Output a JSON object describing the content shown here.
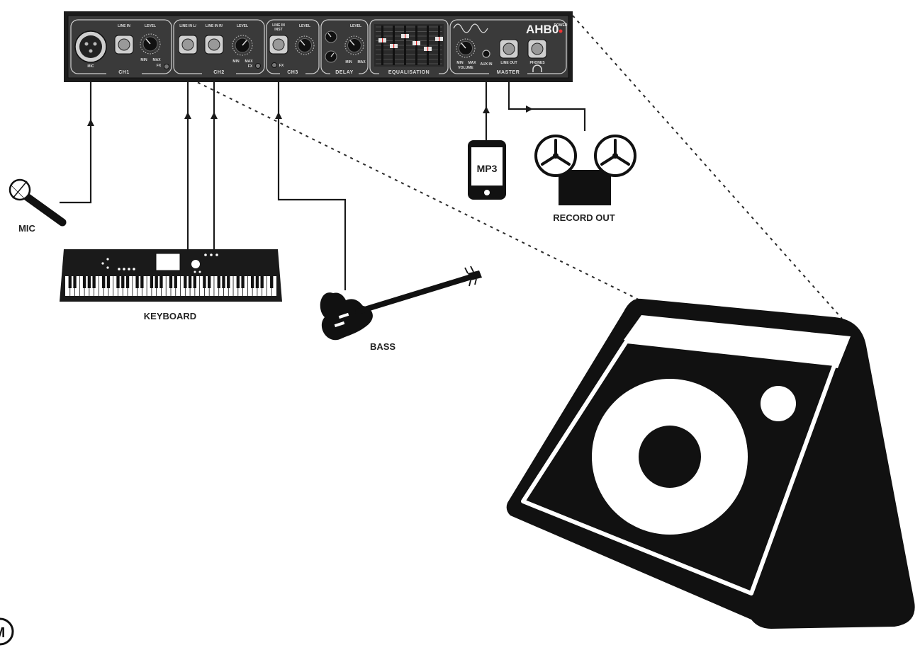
{
  "mixer": {
    "brand": "AHB0",
    "sections": [
      "CH1",
      "CH2",
      "CH3",
      "DELAY",
      "EQUALISATION",
      "MASTER"
    ],
    "jack_labels": {
      "ch1_line": "LINE IN",
      "ch1_level": "LEVEL",
      "ch1_mic": "MIC",
      "ch1_fx": "FX",
      "ch2_line1": "LINE IN L/",
      "ch2_line2": "LINE IN R/",
      "ch2_level": "LEVEL",
      "ch2_fx": "FX",
      "ch3_line": "LINE IN",
      "ch3_line2": "INST",
      "ch3_level": "LEVEL",
      "ch3_fx": "FX",
      "delay_level": "LEVEL",
      "master_volume": "VOLUME",
      "master_aux": "AUX IN",
      "master_lineout": "LINE OUT",
      "master_phones": "PHONES",
      "power": "POWER",
      "min": "MIN",
      "max": "MAX"
    }
  },
  "devices": {
    "mic": "MIC",
    "keyboard": "KEYBOARD",
    "bass": "BASS",
    "mp3": "MP3",
    "record": "RECORD OUT"
  },
  "logo": "M"
}
